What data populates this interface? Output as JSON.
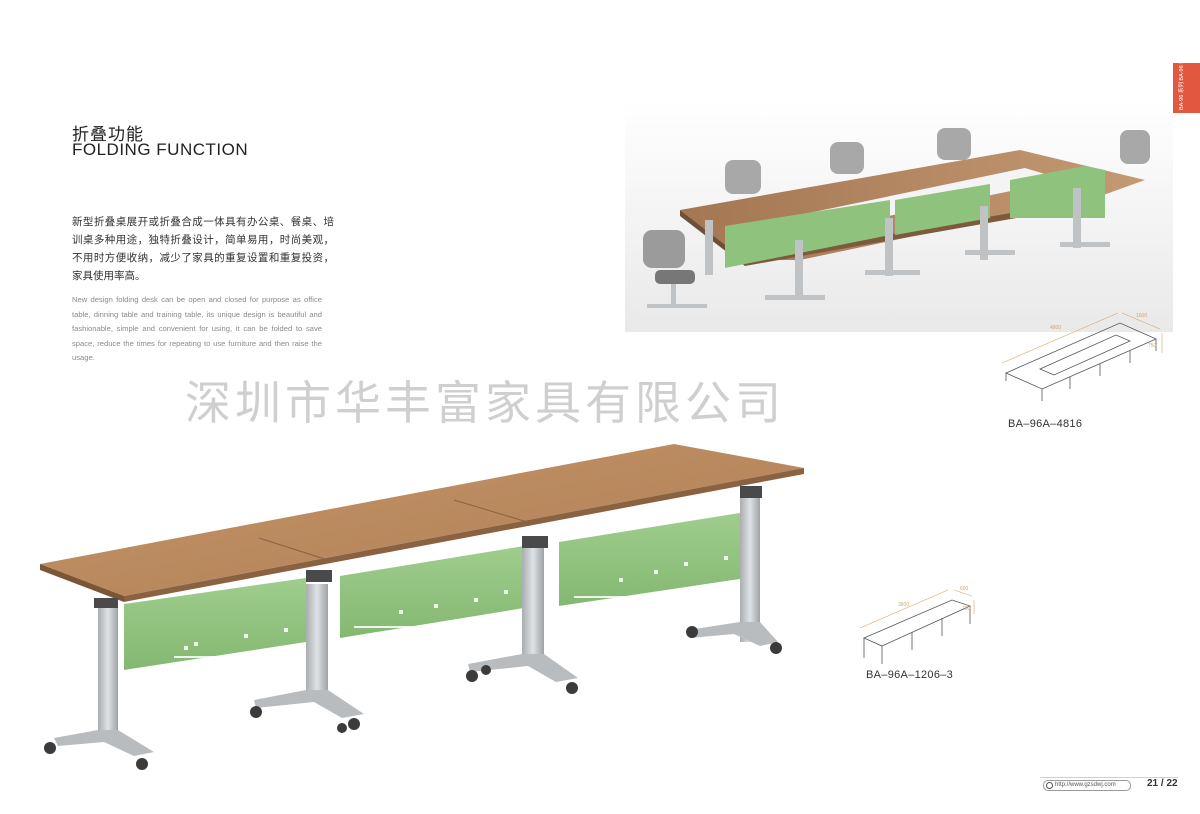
{
  "heading": {
    "title_cn": "折叠功能",
    "title_en": "FOLDING FUNCTION"
  },
  "description": {
    "cn": "新型折叠桌展开或折叠合成一体具有办公桌、餐桌、培训桌多种用途，独特折叠设计，简单易用，时尚美观，不用时方便收纳，减少了家具的重复设置和重复投资，家具使用率高。",
    "en": "New design folding desk can be open and closed for purpose as office table, dinning table and training table, its unique design is beautiful and fashionable, simple and convenient for using, it can be folded to save space, reduce the times for repeating to use furniture and then raise the usage."
  },
  "watermark": "深圳市华丰富家具有限公司",
  "side_tab": {
    "text": "BA-96 系列 BA-96 SERIES",
    "color": "#e2573f"
  },
  "diagrams": [
    {
      "model": "BA–96A–4816",
      "dim_length": "4800",
      "dim_width": "1600",
      "dim_height": "750"
    },
    {
      "model": "BA–96A–1206–3",
      "dim_length": "3600",
      "dim_width": "600",
      "dim_height": "750"
    }
  ],
  "footer": {
    "url": "http://www.gzsdwj.com",
    "page": "21 / 22"
  },
  "colors": {
    "wood_top": "#b98a61",
    "modesty_panel": "#8fc27c",
    "frame": "#bfc3c6"
  }
}
